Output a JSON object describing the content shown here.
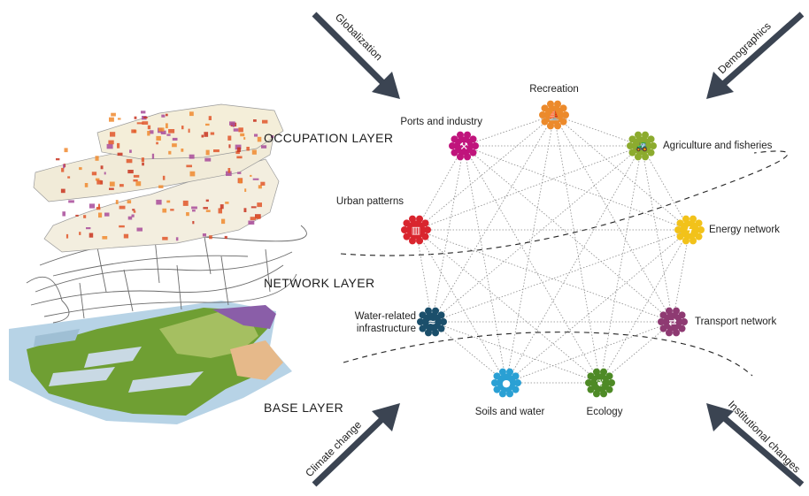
{
  "layers": {
    "occupation": "OCCUPATION LAYER",
    "network": "NETWORK LAYER",
    "base": "BASE LAYER"
  },
  "drivers": {
    "globalization": "Globalization",
    "demographics": "Demographics",
    "climate_change": "Climate change",
    "institutional_changes": "Institutional changes"
  },
  "nodes": [
    {
      "id": "recreation",
      "label": "Recreation",
      "color": "#ec8a2b",
      "icon": "sailboat-icon",
      "glyph": "⛵"
    },
    {
      "id": "agriculture",
      "label": "Agriculture and fisheries",
      "color": "#8cab2e",
      "icon": "tractor-icon",
      "glyph": "🚜"
    },
    {
      "id": "energy",
      "label": "Energy network",
      "color": "#f2c21a",
      "icon": "lightning-icon",
      "glyph": "ϟ"
    },
    {
      "id": "transport",
      "label": "Transport network",
      "color": "#8e3a72",
      "icon": "exchange-arrows-icon",
      "glyph": "⇄"
    },
    {
      "id": "ecology",
      "label": "Ecology",
      "color": "#4e8a26",
      "icon": "leaf-icon",
      "glyph": "❦"
    },
    {
      "id": "soils",
      "label": "Soils and water",
      "color": "#2aa0d4",
      "icon": "water-drop-icon",
      "glyph": "●"
    },
    {
      "id": "water_infra",
      "label": "Water-related\ninfrastructure",
      "color": "#1b4f6b",
      "icon": "waves-icon",
      "glyph": "≈"
    },
    {
      "id": "urban",
      "label": "Urban patterns",
      "color": "#d9252e",
      "icon": "buildings-icon",
      "glyph": "▥"
    },
    {
      "id": "ports",
      "label": "Ports and industry",
      "color": "#c0147c",
      "icon": "crane-icon",
      "glyph": "⚒"
    }
  ]
}
